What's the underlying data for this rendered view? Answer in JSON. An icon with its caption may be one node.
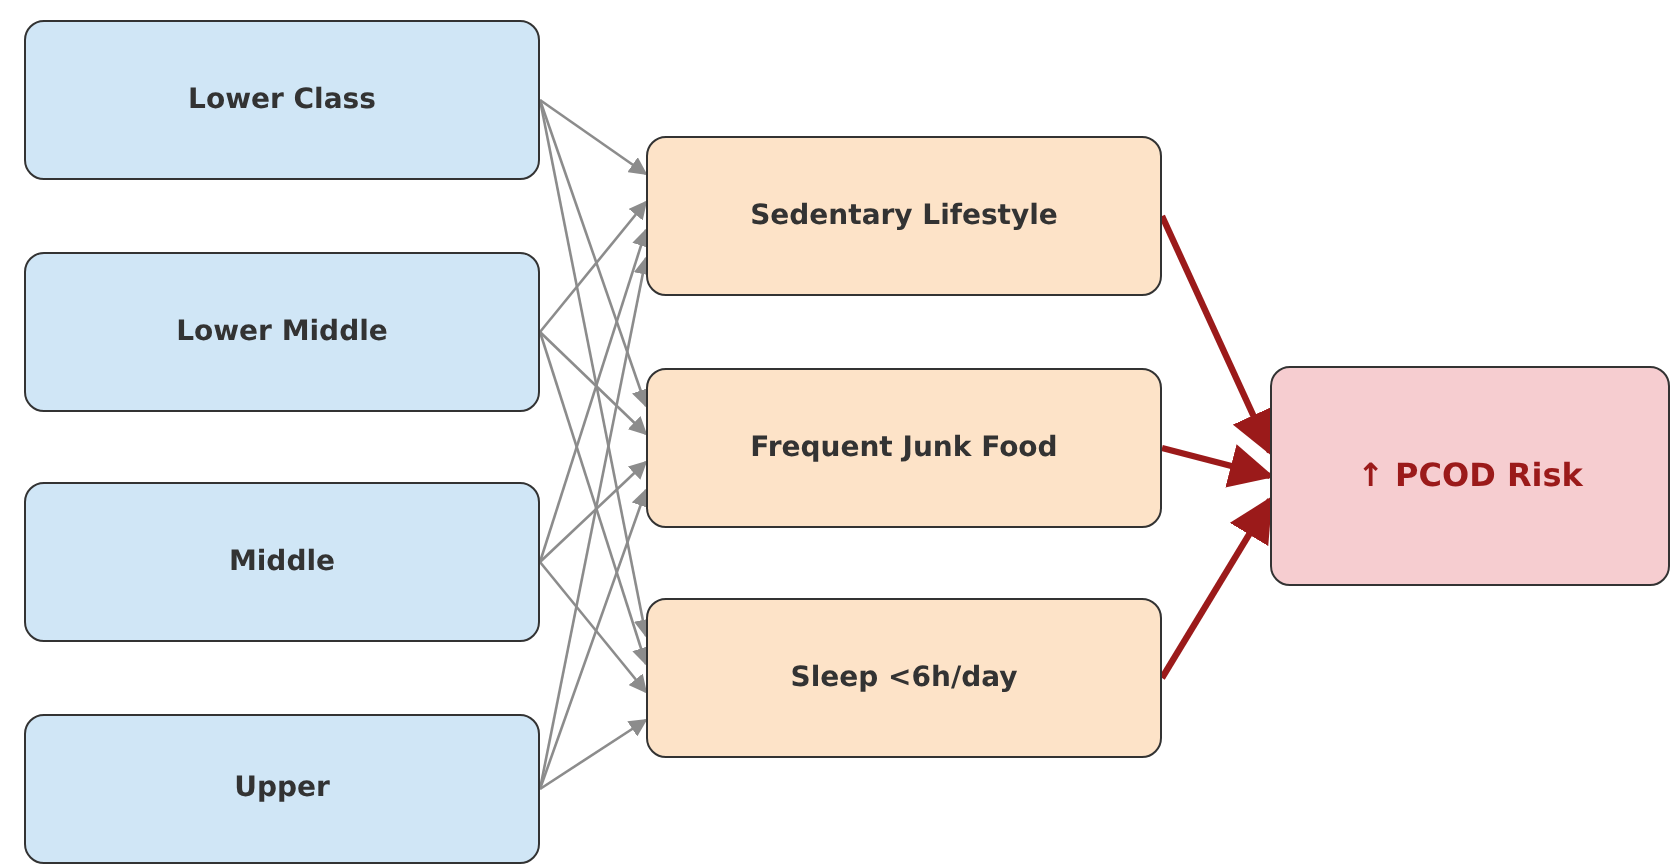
{
  "diagram": {
    "nodes": [
      {
        "text": [
          "Lower Class"
        ]
      },
      {
        "text": [
          "Lower Middle"
        ]
      },
      {
        "text": [
          "Middle"
        ]
      },
      {
        "text": [
          "Upper"
        ]
      },
      {
        "text": [
          "Sedentary Lifestyle"
        ]
      },
      {
        "text": [
          "Frequent Junk Food"
        ]
      },
      {
        "text": [
          "Sleep <6h/day"
        ]
      },
      {
        "text": [
          "↑ PCOD Risk"
        ]
      }
    ],
    "edges": [
      {
        "from": 0,
        "to": 4,
        "arrow": "to"
      },
      {
        "from": 0,
        "to": 5,
        "arrow": "to"
      },
      {
        "from": 0,
        "to": 6,
        "arrow": "to"
      },
      {
        "from": 1,
        "to": 4,
        "arrow": "to"
      },
      {
        "from": 1,
        "to": 5,
        "arrow": "to"
      },
      {
        "from": 1,
        "to": 6,
        "arrow": "to"
      },
      {
        "from": 2,
        "to": 4,
        "arrow": "to"
      },
      {
        "from": 2,
        "to": 5,
        "arrow": "to"
      },
      {
        "from": 2,
        "to": 6,
        "arrow": "to"
      },
      {
        "from": 3,
        "to": 4,
        "arrow": "to"
      },
      {
        "from": 3,
        "to": 5,
        "arrow": "to"
      },
      {
        "from": 3,
        "to": 6,
        "arrow": "to"
      },
      {
        "from": 4,
        "to": 7,
        "arrow": "to",
        "style": "thick",
        "color": "#9b1a1a"
      },
      {
        "from": 5,
        "to": 7,
        "arrow": "to",
        "style": "thick",
        "color": "#9b1a1a"
      },
      {
        "from": 6,
        "to": 7,
        "arrow": "to",
        "style": "thick",
        "color": "#9b1a1a"
      }
    ]
  }
}
